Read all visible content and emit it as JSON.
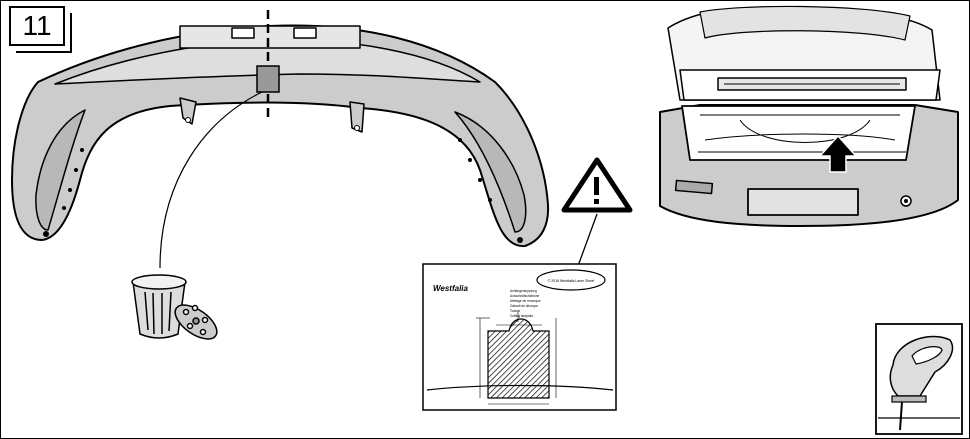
{
  "step": {
    "number": "11"
  },
  "template_sheet": {
    "logo_text": "Westfalia",
    "part_label": "© 2016 Westfalia Laser Sheet",
    "info_lines": [
      "Anhängerkupplung",
      "Ausschnittschablone",
      "Attelage de remorque",
      "Gabarit de découpe",
      "Towbar",
      "Cutting template"
    ]
  },
  "colors": {
    "bumper_fill": "#cccccc",
    "patch_fill": "#999999",
    "line": "#000000"
  }
}
